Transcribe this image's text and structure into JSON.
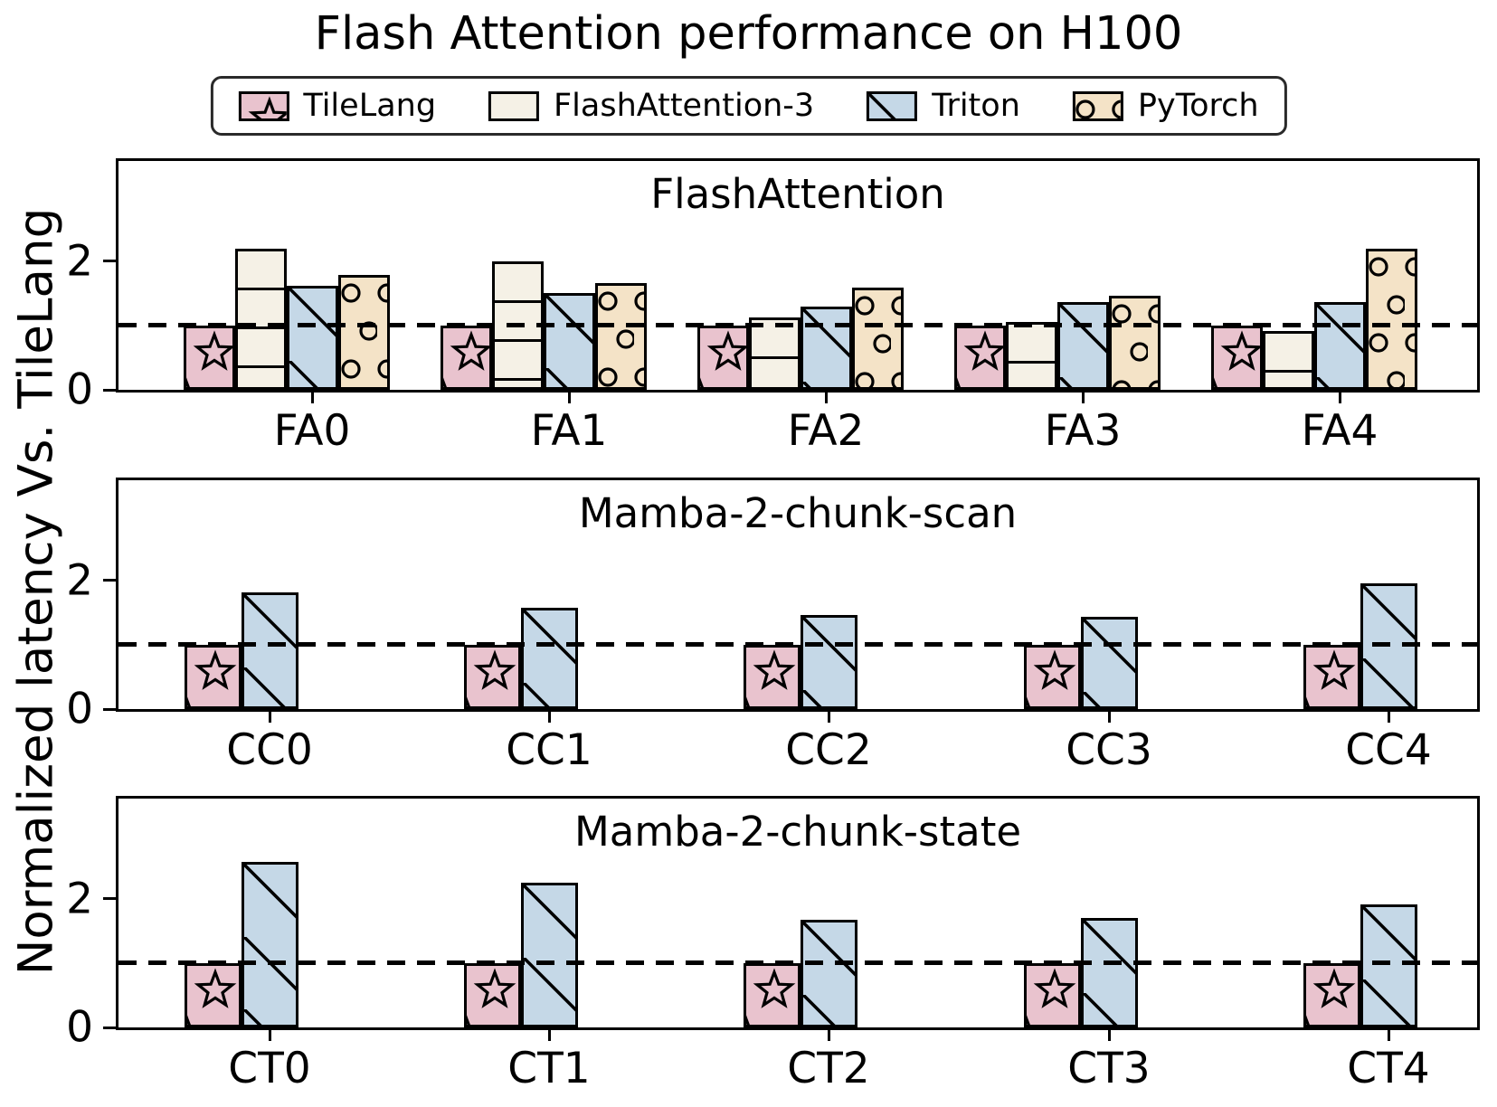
{
  "figure": {
    "title": "Flash Attention performance on H100",
    "ylabel": "Normalized latency Vs. TileLang"
  },
  "legend": {
    "items": [
      {
        "label": "TileLang",
        "color": "#E9C3CE",
        "hatch": "star",
        "edge_color": "#000000"
      },
      {
        "label": "FlashAttention-3",
        "color": "#F5F1E6",
        "hatch": "hlines",
        "edge_color": "#000000"
      },
      {
        "label": "Triton",
        "color": "#C5D8E7",
        "hatch": "diag",
        "edge_color": "#000000"
      },
      {
        "label": "PyTorch",
        "color": "#F4E3C7",
        "hatch": "circles",
        "edge_color": "#000000"
      }
    ]
  },
  "yticks": [
    "0",
    "2"
  ],
  "ytick_values": [
    0,
    2
  ],
  "reference_line": 1.0,
  "chart_data": [
    {
      "type": "bar",
      "title": "FlashAttention",
      "categories": [
        "FA0",
        "FA1",
        "FA2",
        "FA3",
        "FA4"
      ],
      "series": [
        {
          "name": "TileLang",
          "values": [
            1.0,
            1.0,
            1.0,
            1.0,
            1.0
          ]
        },
        {
          "name": "FlashAttention-3",
          "values": [
            2.2,
            2.0,
            1.13,
            1.05,
            0.92
          ]
        },
        {
          "name": "Triton",
          "values": [
            1.62,
            1.51,
            1.3,
            1.37,
            1.37
          ]
        },
        {
          "name": "PyTorch",
          "values": [
            1.78,
            1.66,
            1.59,
            1.46,
            2.2
          ]
        }
      ],
      "ylabel": "Normalized latency Vs. TileLang",
      "ylim": [
        0,
        3.56
      ],
      "baseline": 1.0,
      "grid": false,
      "legend_position": "figure-top"
    },
    {
      "type": "bar",
      "title": "Mamba-2-chunk-scan",
      "categories": [
        "CC0",
        "CC1",
        "CC2",
        "CC3",
        "CC4"
      ],
      "series": [
        {
          "name": "TileLang",
          "values": [
            1.0,
            1.0,
            1.0,
            1.0,
            1.0
          ]
        },
        {
          "name": "Triton",
          "values": [
            1.81,
            1.57,
            1.47,
            1.44,
            1.95
          ]
        }
      ],
      "ylabel": "Normalized latency Vs. TileLang",
      "ylim": [
        0,
        3.56
      ],
      "baseline": 1.0,
      "grid": false,
      "legend_position": "figure-top"
    },
    {
      "type": "bar",
      "title": "Mamba-2-chunk-state",
      "categories": [
        "CT0",
        "CT1",
        "CT2",
        "CT3",
        "CT4"
      ],
      "series": [
        {
          "name": "TileLang",
          "values": [
            1.0,
            1.0,
            1.0,
            1.0,
            1.0
          ]
        },
        {
          "name": "Triton",
          "values": [
            2.58,
            2.25,
            1.67,
            1.7,
            1.92
          ]
        }
      ],
      "ylabel": "Normalized latency Vs. TileLang",
      "ylim": [
        0,
        3.56
      ],
      "baseline": 1.0,
      "grid": false,
      "legend_position": "figure-top"
    }
  ]
}
